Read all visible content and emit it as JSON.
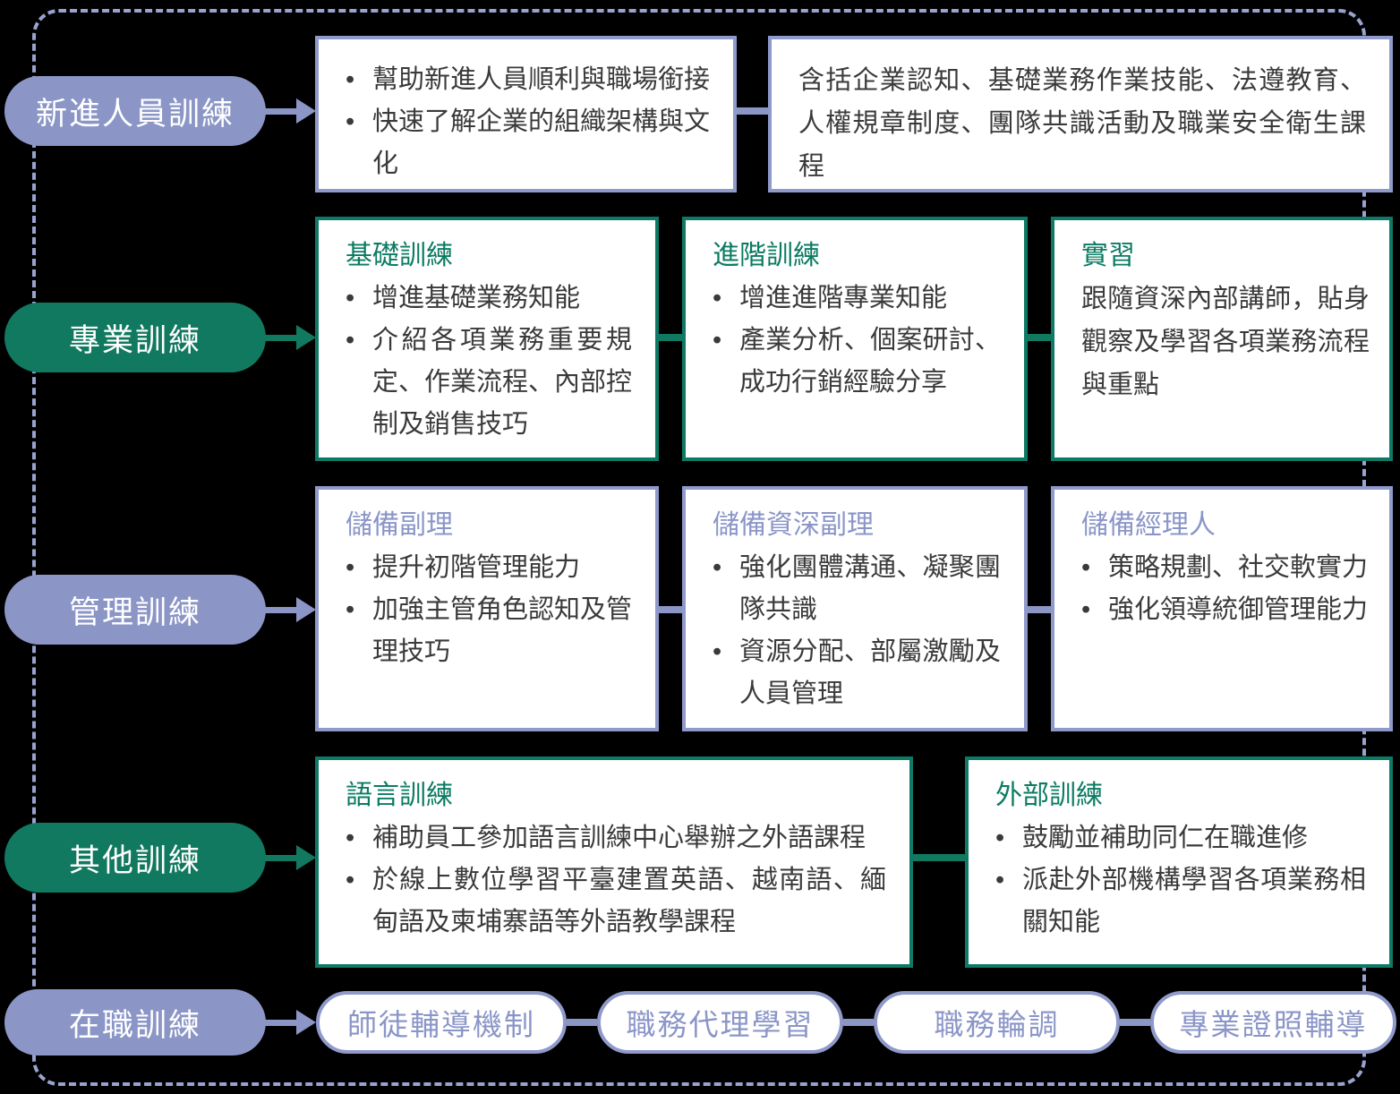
{
  "glyphs": {
    "bullet": "•"
  },
  "palette": {
    "background": "#000000",
    "purple_fill": "#8B96C7",
    "purple_border": "#8F9ACB",
    "purple_text": "#8B96C8",
    "dashed_frame": "#98A3CF",
    "green_fill": "#11795F",
    "green_border": "#0E7A66",
    "green_text": "#0B7B63",
    "body_text": "#3A3A3A",
    "box_fill": "#FFFFFF"
  },
  "rows": [
    {
      "label": "新進人員訓練",
      "color": "purple",
      "boxes": [
        {
          "bullets": [
            "幫助新進人員順利與職場銜接",
            "快速了解企業的組織架構與文化"
          ]
        },
        {
          "body": "含括企業認知、基礎業務作業技能、法遵教育、人權規章制度、團隊共識活動及職業安全衛生課程"
        }
      ]
    },
    {
      "label": "專業訓練",
      "color": "green",
      "boxes": [
        {
          "title": "基礎訓練",
          "bullets": [
            "增進基礎業務知能",
            "介紹各項業務重要規定、作業流程、內部控制及銷售技巧"
          ]
        },
        {
          "title": "進階訓練",
          "bullets": [
            "增進進階專業知能",
            "產業分析、個案研討、成功行銷經驗分享"
          ]
        },
        {
          "title": "實習",
          "body": "跟隨資深內部講師，貼身觀察及學習各項業務流程與重點"
        }
      ]
    },
    {
      "label": "管理訓練",
      "color": "purple",
      "boxes": [
        {
          "title": "儲備副理",
          "bullets": [
            "提升初階管理能力",
            "加強主管角色認知及管理技巧"
          ]
        },
        {
          "title": "儲備資深副理",
          "bullets": [
            "強化團體溝通、凝聚團隊共識",
            "資源分配、部屬激勵及人員管理"
          ]
        },
        {
          "title": "儲備經理人",
          "bullets": [
            "策略規劃、社交軟實力",
            "強化領導統御管理能力"
          ]
        }
      ]
    },
    {
      "label": "其他訓練",
      "color": "green",
      "boxes": [
        {
          "title": "語言訓練",
          "bullets": [
            "補助員工參加語言訓練中心舉辦之外語課程",
            "於線上數位學習平臺建置英語、越南語、緬甸語及柬埔寨語等外語教學課程"
          ]
        },
        {
          "title": "外部訓練",
          "bullets": [
            "鼓勵並補助同仁在職進修",
            "派赴外部機構學習各項業務相關知能"
          ]
        }
      ]
    },
    {
      "label": "在職訓練",
      "color": "purple",
      "pills": [
        "師徒輔導機制",
        "職務代理學習",
        "職務輪調",
        "專業證照輔導"
      ]
    }
  ]
}
